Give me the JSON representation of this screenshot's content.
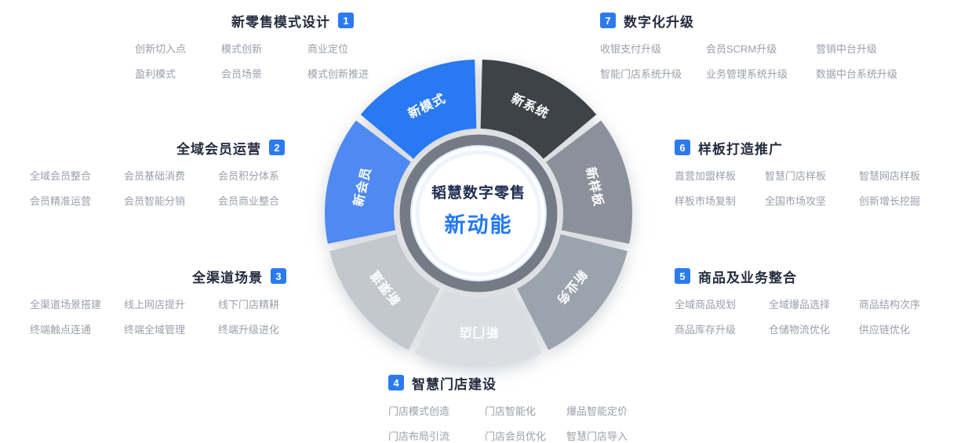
{
  "center": {
    "line1": "韬慧数字零售",
    "line2": "新动能"
  },
  "colors": {
    "accent": "#2b7af0",
    "title_text": "#242c3e",
    "item_text": "#9aa0a9",
    "hub_ring": "#747b85"
  },
  "wheel": {
    "segments": [
      {
        "label": "新系统",
        "color": "#3e434a"
      },
      {
        "label": "新样板",
        "color": "#8a919b"
      },
      {
        "label": "新业务",
        "color": "#9ba3ad"
      },
      {
        "label": "新门店",
        "color": "#dadde2"
      },
      {
        "label": "新渠道",
        "color": "#c3c8cf"
      },
      {
        "label": "新会员",
        "color": "#4f89f2"
      },
      {
        "label": "新模式",
        "color": "#2979f2"
      }
    ]
  },
  "sections": [
    {
      "num": "1",
      "title": "新零售模式设计",
      "items": [
        "创新切入点",
        "模式创新",
        "商业定位",
        "盈利模式",
        "会员场景",
        "模式创新推进"
      ]
    },
    {
      "num": "2",
      "title": "全域会员运营",
      "items": [
        "全域会员整合",
        "会员基础消费",
        "会员积分体系",
        "会员精准运营",
        "会员智能分销",
        "会员商业整合"
      ]
    },
    {
      "num": "3",
      "title": "全渠道场景",
      "items": [
        "全渠道场景搭建",
        "线上网店提升",
        "线下门店精耕",
        "终端触点连通",
        "终端全域管理",
        "终端升级进化"
      ]
    },
    {
      "num": "4",
      "title": "智慧门店建设",
      "items": [
        "门店模式创造",
        "门店智能化",
        "爆品智能定价",
        "门店布局引流",
        "门店会员优化",
        "智慧门店导入"
      ]
    },
    {
      "num": "5",
      "title": "商品及业务整合",
      "items": [
        "全域商品规划",
        "全域爆品选择",
        "商品结构次序",
        "商品库存升级",
        "仓储物流优化",
        "供应链优化"
      ]
    },
    {
      "num": "6",
      "title": "样板打造推广",
      "items": [
        "直营加盟样板",
        "智慧门店样板",
        "智慧网店样板",
        "样板市场复制",
        "全国市场攻坚",
        "创新增长挖掘"
      ]
    },
    {
      "num": "7",
      "title": "数字化升级",
      "items": [
        "收银支付升级",
        "会员SCRM升级",
        "营销中台升级",
        "智能门店系统升级",
        "业务管理系统升级",
        "数据中台系统升级"
      ]
    }
  ]
}
